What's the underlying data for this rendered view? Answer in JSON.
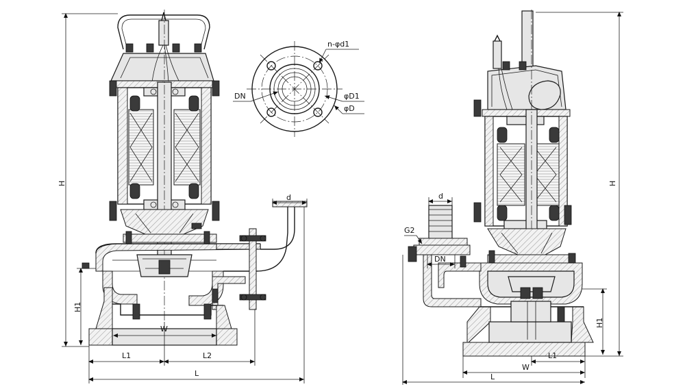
{
  "labels": {
    "flange_holes": "n-φd1",
    "dn": "DN",
    "d1_circle": "φD1",
    "d_outer": "φD",
    "left_H": "H",
    "left_H1": "H1",
    "left_W": "W",
    "left_L1": "L1",
    "left_L2": "L2",
    "left_L": "L",
    "left_d": "d",
    "right_H": "H",
    "right_H1": "H1",
    "right_W": "W",
    "right_L1": "L1",
    "right_L": "L",
    "right_d": "d",
    "right_dn": "DN",
    "right_g2": "G2"
  }
}
